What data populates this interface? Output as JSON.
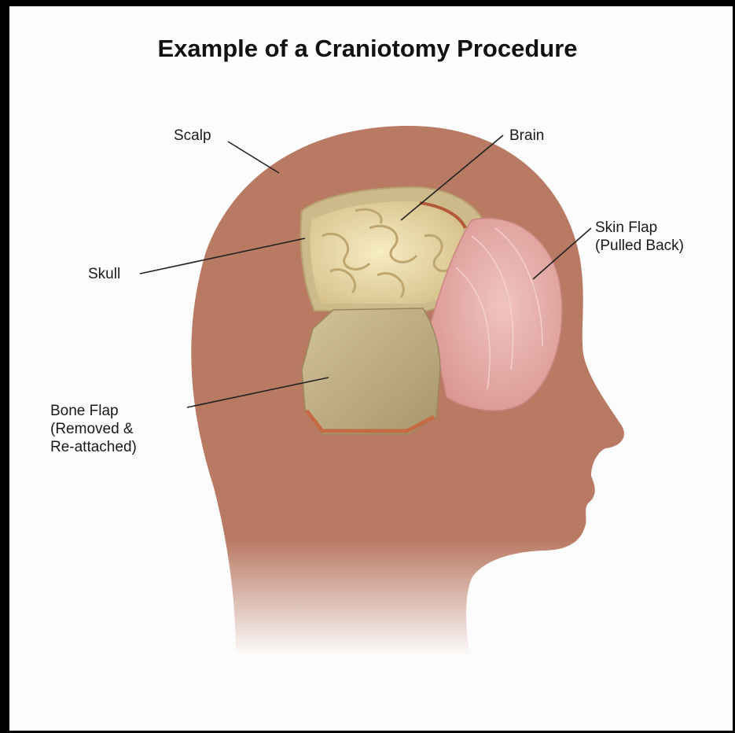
{
  "title": "Example of a Craniotomy Procedure",
  "labels": {
    "scalp": "Scalp",
    "brain": "Brain",
    "skin_flap": [
      "Skin Flap",
      "(Pulled Back)"
    ],
    "skull": "Skull",
    "bone_flap": [
      "Bone Flap",
      "(Removed &",
      "Re-attached)"
    ]
  },
  "colors": {
    "skin": "#b97a64",
    "skull": "#c9b88a",
    "brain": "#e8d9a8",
    "skin_flap": "#e3a7a3",
    "bone_flap": "#b9a67f"
  }
}
